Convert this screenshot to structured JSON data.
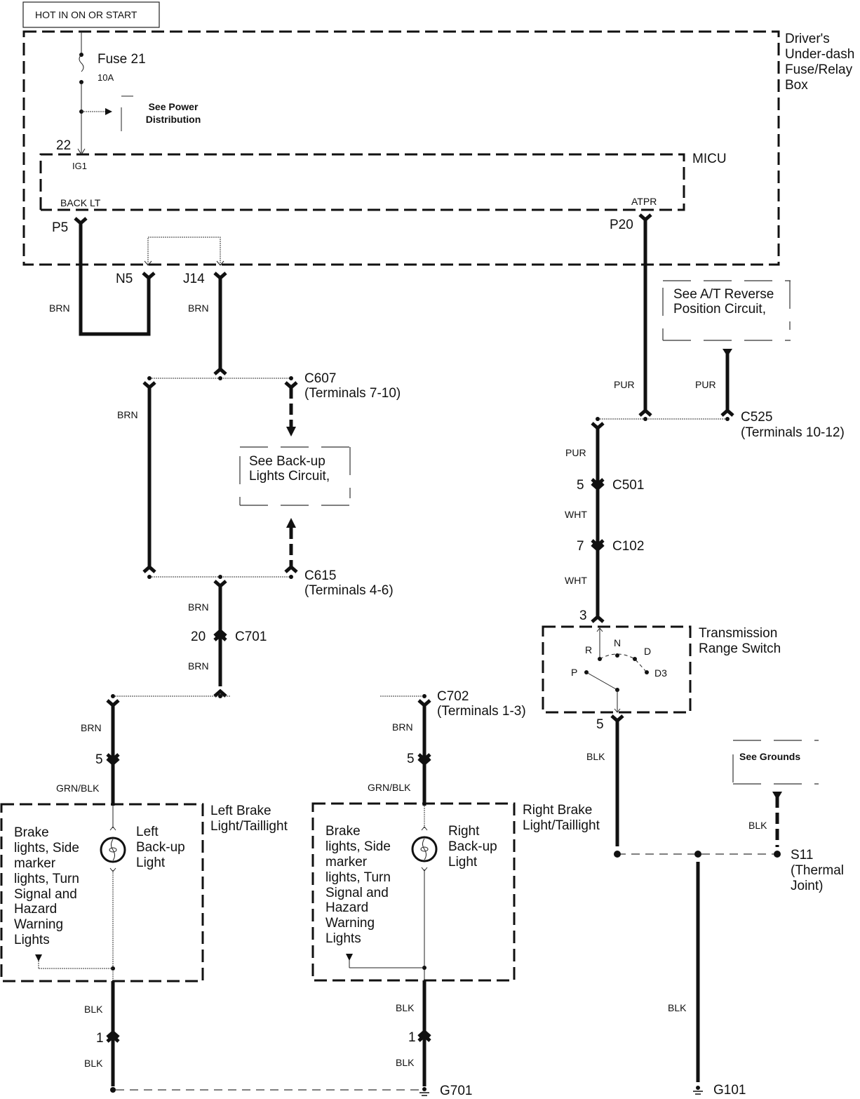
{
  "diagram": {
    "type": "wiring-schematic",
    "power_source_label": "HOT IN ON OR START",
    "fuse_box": {
      "label_lines": [
        "Driver's",
        "Under-dash",
        "Fuse/Relay",
        "Box"
      ],
      "fuse_name": "Fuse 21",
      "fuse_rating": "10A",
      "power_dist_ref_lines": [
        "See Power",
        "Distribution"
      ],
      "micu": {
        "label": "MICU",
        "ig1_pin_number": "22",
        "ig1_label": "IG1",
        "back_lt_label": "BACK LT",
        "atpr_label": "ATPR",
        "p5": "P5",
        "p20": "P20",
        "n5": "N5",
        "j14": "J14"
      }
    },
    "wire_colors": {
      "brn": "BRN",
      "pur": "PUR",
      "wht": "WHT",
      "blk": "BLK",
      "grn_blk": "GRN/BLK"
    },
    "connectors": {
      "c607": {
        "name": "C607",
        "terminals": "(Terminals 7-10)"
      },
      "c615": {
        "name": "C615",
        "terminals": "(Terminals 4-6)"
      },
      "c701": {
        "name": "C701",
        "pin": "20"
      },
      "c702": {
        "name": "C702",
        "terminals": "(Terminals 1-3)"
      },
      "c525": {
        "name": "C525",
        "terminals": "(Terminals 10-12)"
      },
      "c501": {
        "name": "C501",
        "pin": "5"
      },
      "c102": {
        "name": "C102",
        "pin": "7"
      }
    },
    "backup_ref_lines": [
      "See Back-up",
      "Lights Circuit,"
    ],
    "at_reverse_ref_lines": [
      "See A/T Reverse",
      "Position Circuit,"
    ],
    "grounds_ref": "See Grounds",
    "transmission_switch": {
      "label_lines": [
        "Transmission",
        "Range Switch"
      ],
      "pin_in": "3",
      "pin_out": "5",
      "positions": [
        "P",
        "R",
        "N",
        "D",
        "D3"
      ]
    },
    "left_light": {
      "box_label_lines": [
        "Left Brake",
        "Light/Taillight"
      ],
      "bulb_label_lines": [
        "Left",
        "Back-up",
        "Light"
      ],
      "pin_in": "5",
      "pin_gnd": "1"
    },
    "right_light": {
      "box_label_lines": [
        "Right Brake",
        "Light/Taillight"
      ],
      "bulb_label_lines": [
        "Right",
        "Back-up",
        "Light"
      ],
      "pin_in": "5",
      "pin_gnd": "1"
    },
    "other_lights_lines": [
      "Brake",
      "lights, Side",
      "marker",
      "lights, Turn",
      "Signal and",
      "Hazard",
      "Warning",
      "Lights"
    ],
    "splice": {
      "name": "S11",
      "desc_lines": [
        "(Thermal",
        "Joint)"
      ]
    },
    "grounds": {
      "g701": "G701",
      "g101": "G101"
    }
  }
}
